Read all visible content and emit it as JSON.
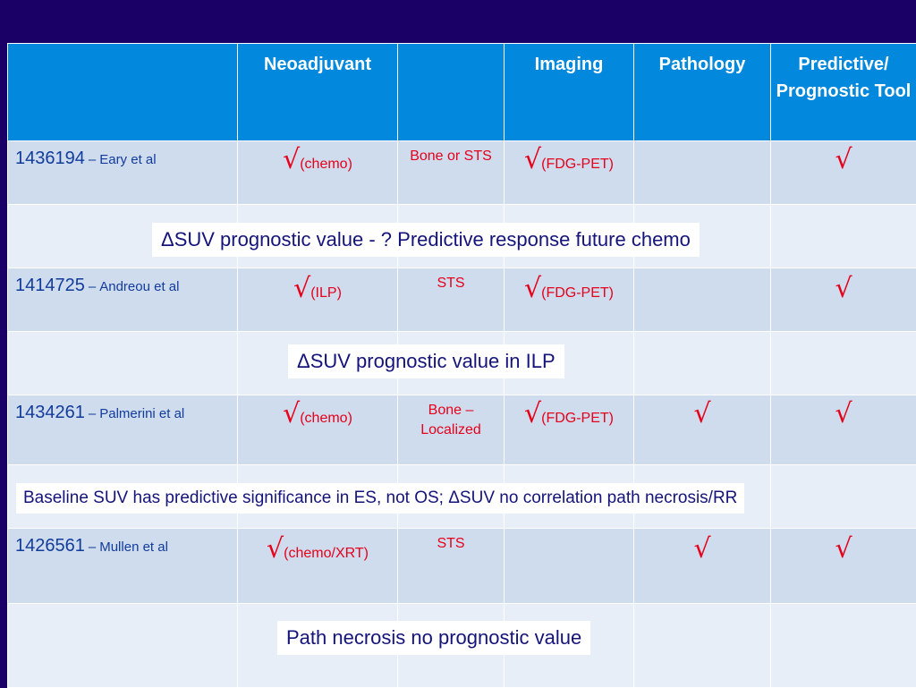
{
  "header": {
    "col1": "",
    "col2": "Neoadjuvant",
    "col3": "",
    "col4": "Imaging",
    "col5": "Pathology",
    "col6": "Predictive/ Prognostic Tool"
  },
  "rows": [
    {
      "id": "1436194",
      "dash": "–",
      "author": "Eary et al",
      "neo": "√",
      "neo_sub": "(chemo)",
      "type": "Bone or STS",
      "img": "√",
      "img_sub": "(FDG-PET)",
      "path": "",
      "pred": "√"
    },
    {
      "id": "1414725",
      "dash": "–",
      "author": "Andreou et al",
      "neo": "√",
      "neo_sub": "(ILP)",
      "type": "STS",
      "img": "√",
      "img_sub": "(FDG-PET)",
      "path": "",
      "pred": "√"
    },
    {
      "id": "1434261",
      "dash": "–",
      "author": "Palmerini et al",
      "neo": "√",
      "neo_sub": "(chemo)",
      "type": "Bone – Localized",
      "img": "√",
      "img_sub": "(FDG-PET)",
      "path": "√",
      "pred": "√"
    },
    {
      "id": "1426561",
      "dash": "–",
      "author": "Mullen et al",
      "neo": "√",
      "neo_sub": "(chemo/XRT)",
      "type": "STS",
      "img": "",
      "img_sub": "",
      "path": "√",
      "pred": "√"
    }
  ],
  "notes": [
    "ΔSUV prognostic value - ? Predictive response future chemo",
    "ΔSUV prognostic value in ILP",
    "Baseline SUV has predictive significance in ES, not OS; ΔSUV no correlation path necrosis/RR",
    "Path necrosis no prognostic value"
  ],
  "colors": {
    "background": "#1a0066",
    "header": "#0288dc",
    "row": "#cfdcee",
    "note_row": "#e8eef7",
    "check": "#e6001a",
    "study": "#123c9c"
  }
}
